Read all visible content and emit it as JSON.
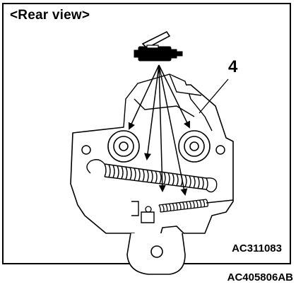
{
  "diagram": {
    "view_title": "<Rear view>",
    "callout_number": "4",
    "inner_code": "AC311083",
    "outer_code": "AC405806AB",
    "icon": "grease-gun-icon",
    "colors": {
      "line": "#000000",
      "background": "#ffffff",
      "shading": "#cccccc"
    }
  }
}
